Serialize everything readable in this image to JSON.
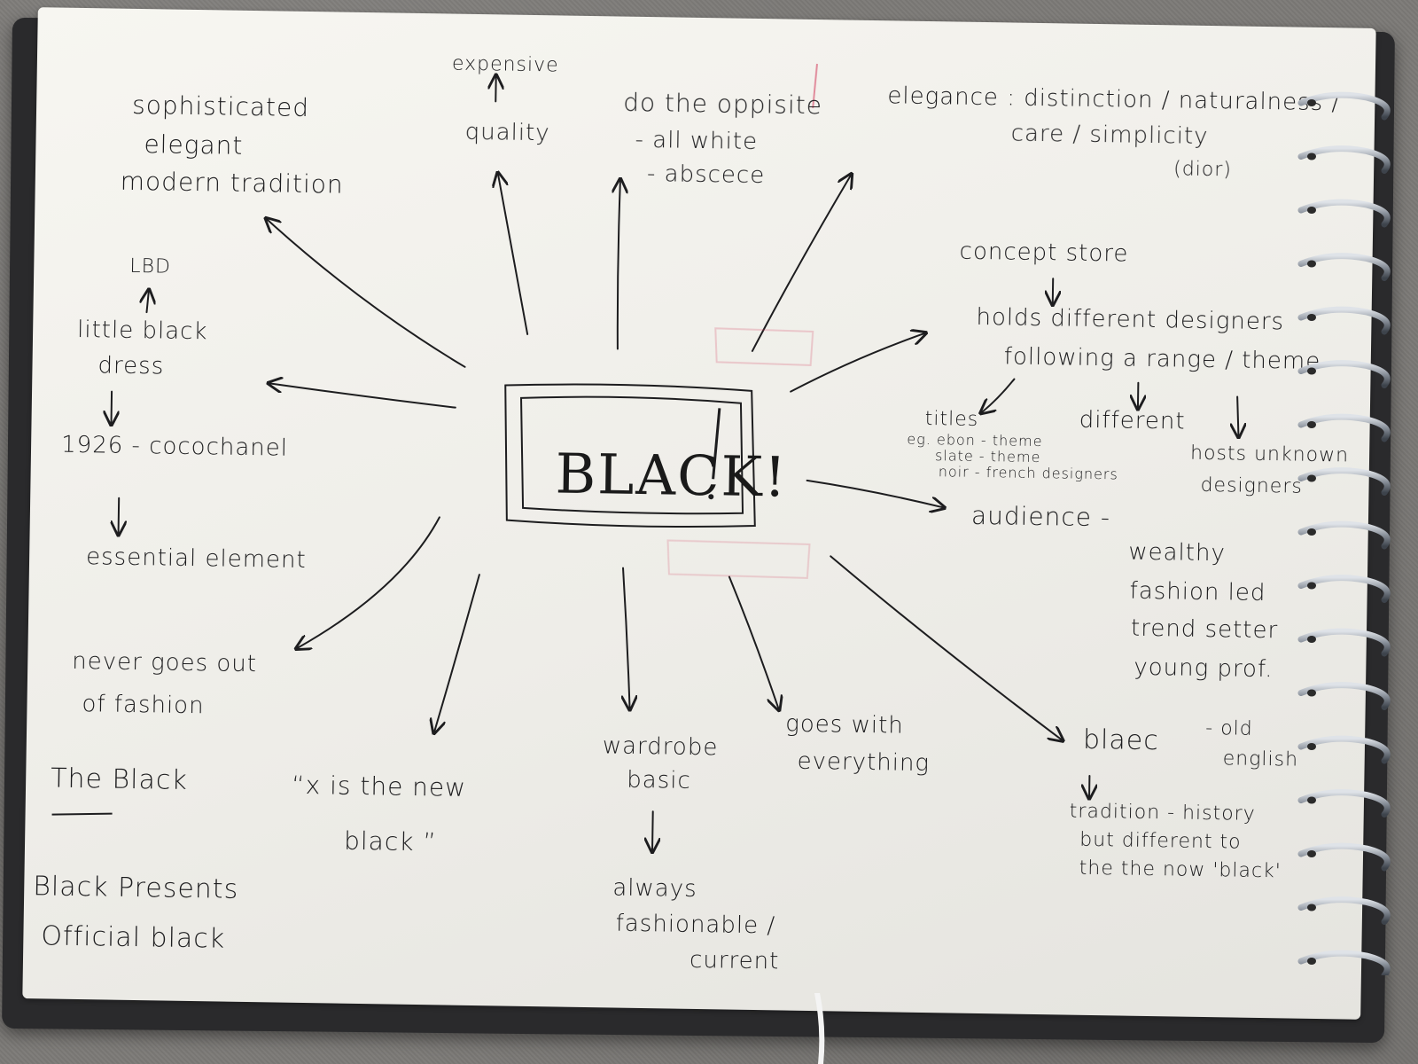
{
  "colors": {
    "ink": "#1d1d1f",
    "paper": "#f3f2ed",
    "desk": "#7c7a77",
    "highlighter": "#d23a5a"
  },
  "mindmap": {
    "center": "BLACK!",
    "notes": {
      "expensive": "expensive",
      "quality": "quality",
      "sophisticated": "sophisticated",
      "elegant": "elegant",
      "modern_tradition": "modern tradition",
      "do_opposite": "do the oppisite",
      "all_white": "- all white",
      "absence": "- abscece",
      "elegance": "elegance : distinction / naturalness /",
      "care_simplicity": "care / simplicity",
      "dior": "(dior)",
      "lbd": "LBD",
      "little_black": "little black",
      "dress": "dress",
      "coco": "1926 - cocochanel",
      "essential": "essential element",
      "never_goes": "never goes out",
      "of_fashion": "of fashion",
      "the_black": "The Black",
      "black_presents": "Black Presents",
      "official_black": "Official black",
      "x_is_new": "“x  is the new",
      "black_quote": "black ”",
      "wardrobe": "wardrobe",
      "basic": "basic",
      "always": "always",
      "fashionable": "fashionable /",
      "current": "current",
      "goes_with": "goes with",
      "everything": "everything",
      "concept_store": "concept store",
      "holds": "holds different designers",
      "following": "following a range / theme",
      "titles": "titles",
      "eg_ebon": "eg. ebon - theme",
      "slate": "slate - theme",
      "noir": "noir - french designers",
      "different": "different",
      "hosts": "hosts unknown",
      "designers": "designers",
      "audience": "audience -",
      "wealthy": "wealthy",
      "fashion_led": "fashion led",
      "trend_setter": "trend setter",
      "young_prof": "young prof.",
      "blaec": "blaec",
      "old": "- old",
      "english": "english",
      "tradition_history": "tradition - history",
      "but_different": "but different to",
      "the_now": "the the now 'black'"
    }
  }
}
